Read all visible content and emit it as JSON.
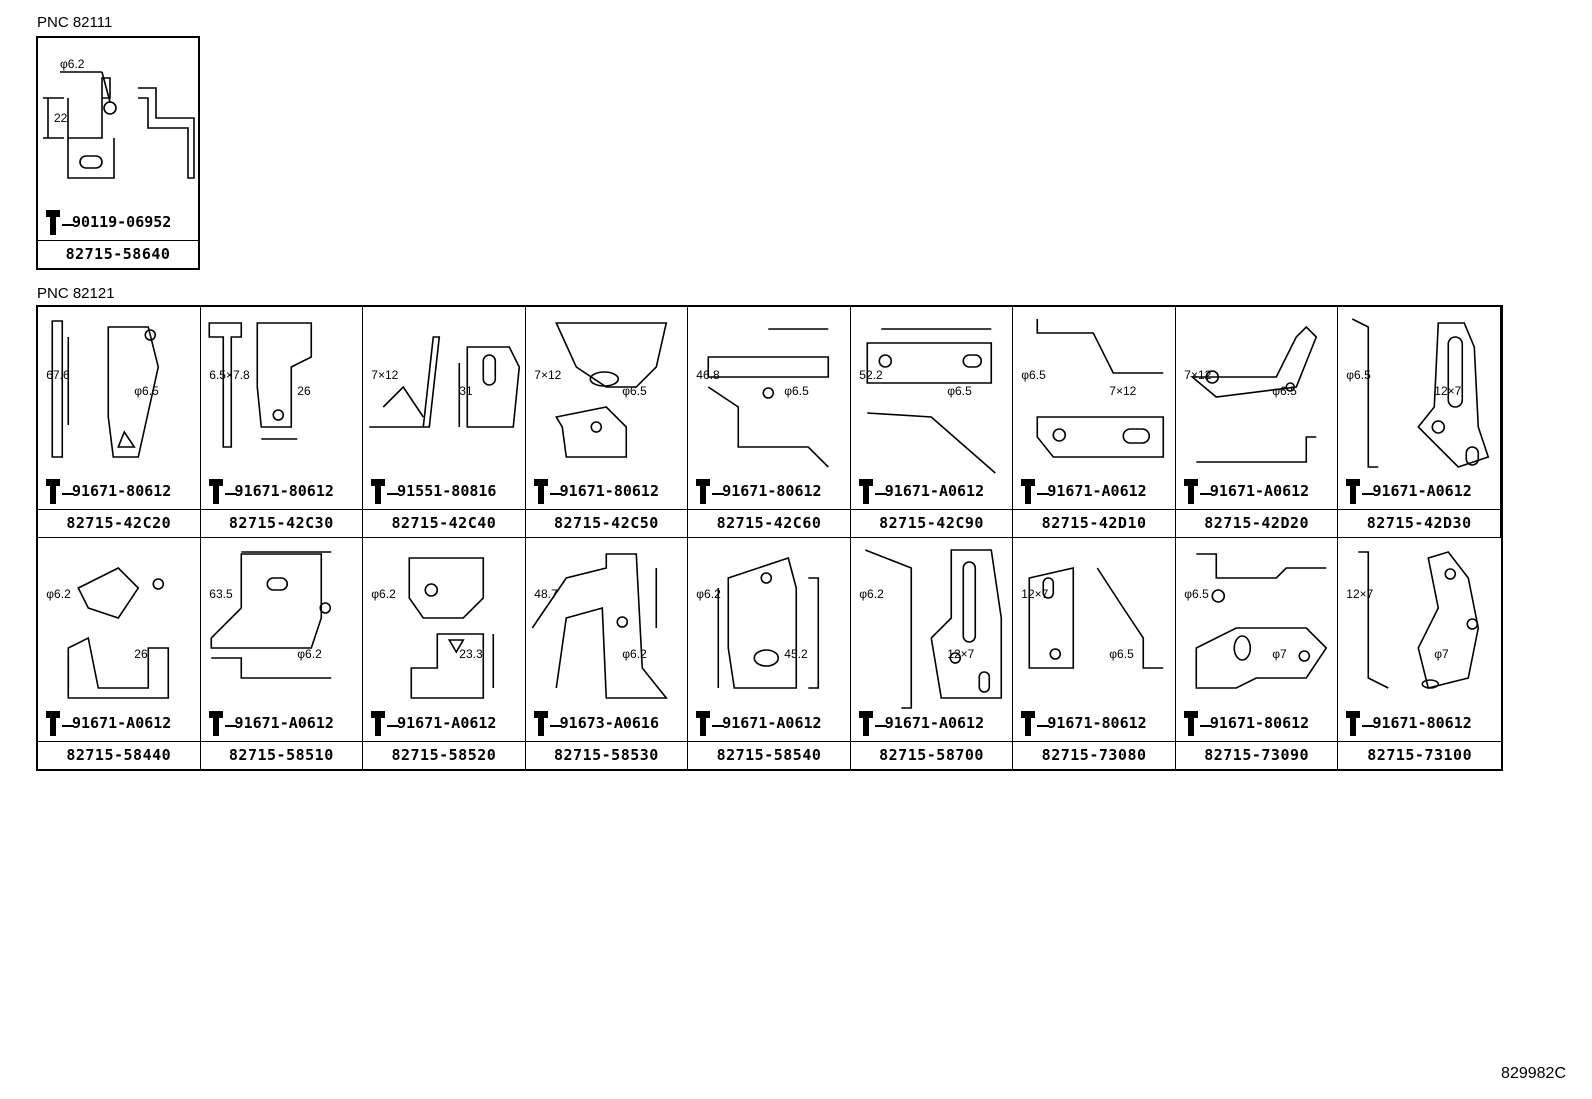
{
  "groups": [
    {
      "pnc_label": "PNC 82111",
      "rows": [
        [
          {
            "part_no": "82715-58640",
            "bolt_no": "90119-06952",
            "dims": [
              "φ6.2",
              "22"
            ]
          }
        ]
      ]
    },
    {
      "pnc_label": "PNC 82121",
      "rows": [
        [
          {
            "part_no": "82715-42C20",
            "bolt_no": "91671-80612",
            "dims": [
              "67.6",
              "φ6.5"
            ]
          },
          {
            "part_no": "82715-42C30",
            "bolt_no": "91671-80612",
            "dims": [
              "6.5×7.8",
              "26"
            ]
          },
          {
            "part_no": "82715-42C40",
            "bolt_no": "91551-80816",
            "dims": [
              "7×12",
              "31"
            ]
          },
          {
            "part_no": "82715-42C50",
            "bolt_no": "91671-80612",
            "dims": [
              "7×12",
              "φ6.5"
            ]
          },
          {
            "part_no": "82715-42C60",
            "bolt_no": "91671-80612",
            "dims": [
              "46.8",
              "φ6.5"
            ]
          },
          {
            "part_no": "82715-42C90",
            "bolt_no": "91671-A0612",
            "dims": [
              "52.2",
              "φ6.5"
            ]
          },
          {
            "part_no": "82715-42D10",
            "bolt_no": "91671-A0612",
            "dims": [
              "φ6.5",
              "7×12"
            ]
          },
          {
            "part_no": "82715-42D20",
            "bolt_no": "91671-A0612",
            "dims": [
              "7×12",
              "φ6.5"
            ]
          },
          {
            "part_no": "82715-42D30",
            "bolt_no": "91671-A0612",
            "dims": [
              "φ6.5",
              "12×7"
            ]
          }
        ],
        [
          {
            "part_no": "82715-58440",
            "bolt_no": "91671-A0612",
            "dims": [
              "φ6.2",
              "26"
            ]
          },
          {
            "part_no": "82715-58510",
            "bolt_no": "91671-A0612",
            "dims": [
              "63.5",
              "φ6.2"
            ]
          },
          {
            "part_no": "82715-58520",
            "bolt_no": "91671-A0612",
            "dims": [
              "φ6.2",
              "23.3"
            ]
          },
          {
            "part_no": "82715-58530",
            "bolt_no": "91673-A0616",
            "dims": [
              "48.7",
              "φ6.2"
            ]
          },
          {
            "part_no": "82715-58540",
            "bolt_no": "91671-A0612",
            "dims": [
              "φ6.2",
              "45.2"
            ]
          },
          {
            "part_no": "82715-58700",
            "bolt_no": "91671-A0612",
            "dims": [
              "φ6.2",
              "12×7"
            ]
          },
          {
            "part_no": "82715-73080",
            "bolt_no": "91671-80612",
            "dims": [
              "12×7",
              "φ6.5"
            ]
          },
          {
            "part_no": "82715-73090",
            "bolt_no": "91671-80612",
            "dims": [
              "φ6.5",
              "φ7"
            ]
          },
          {
            "part_no": "82715-73100",
            "bolt_no": "91671-80612",
            "dims": [
              "12×7",
              "φ7"
            ]
          }
        ]
      ]
    }
  ],
  "drawing_no": "829982C"
}
